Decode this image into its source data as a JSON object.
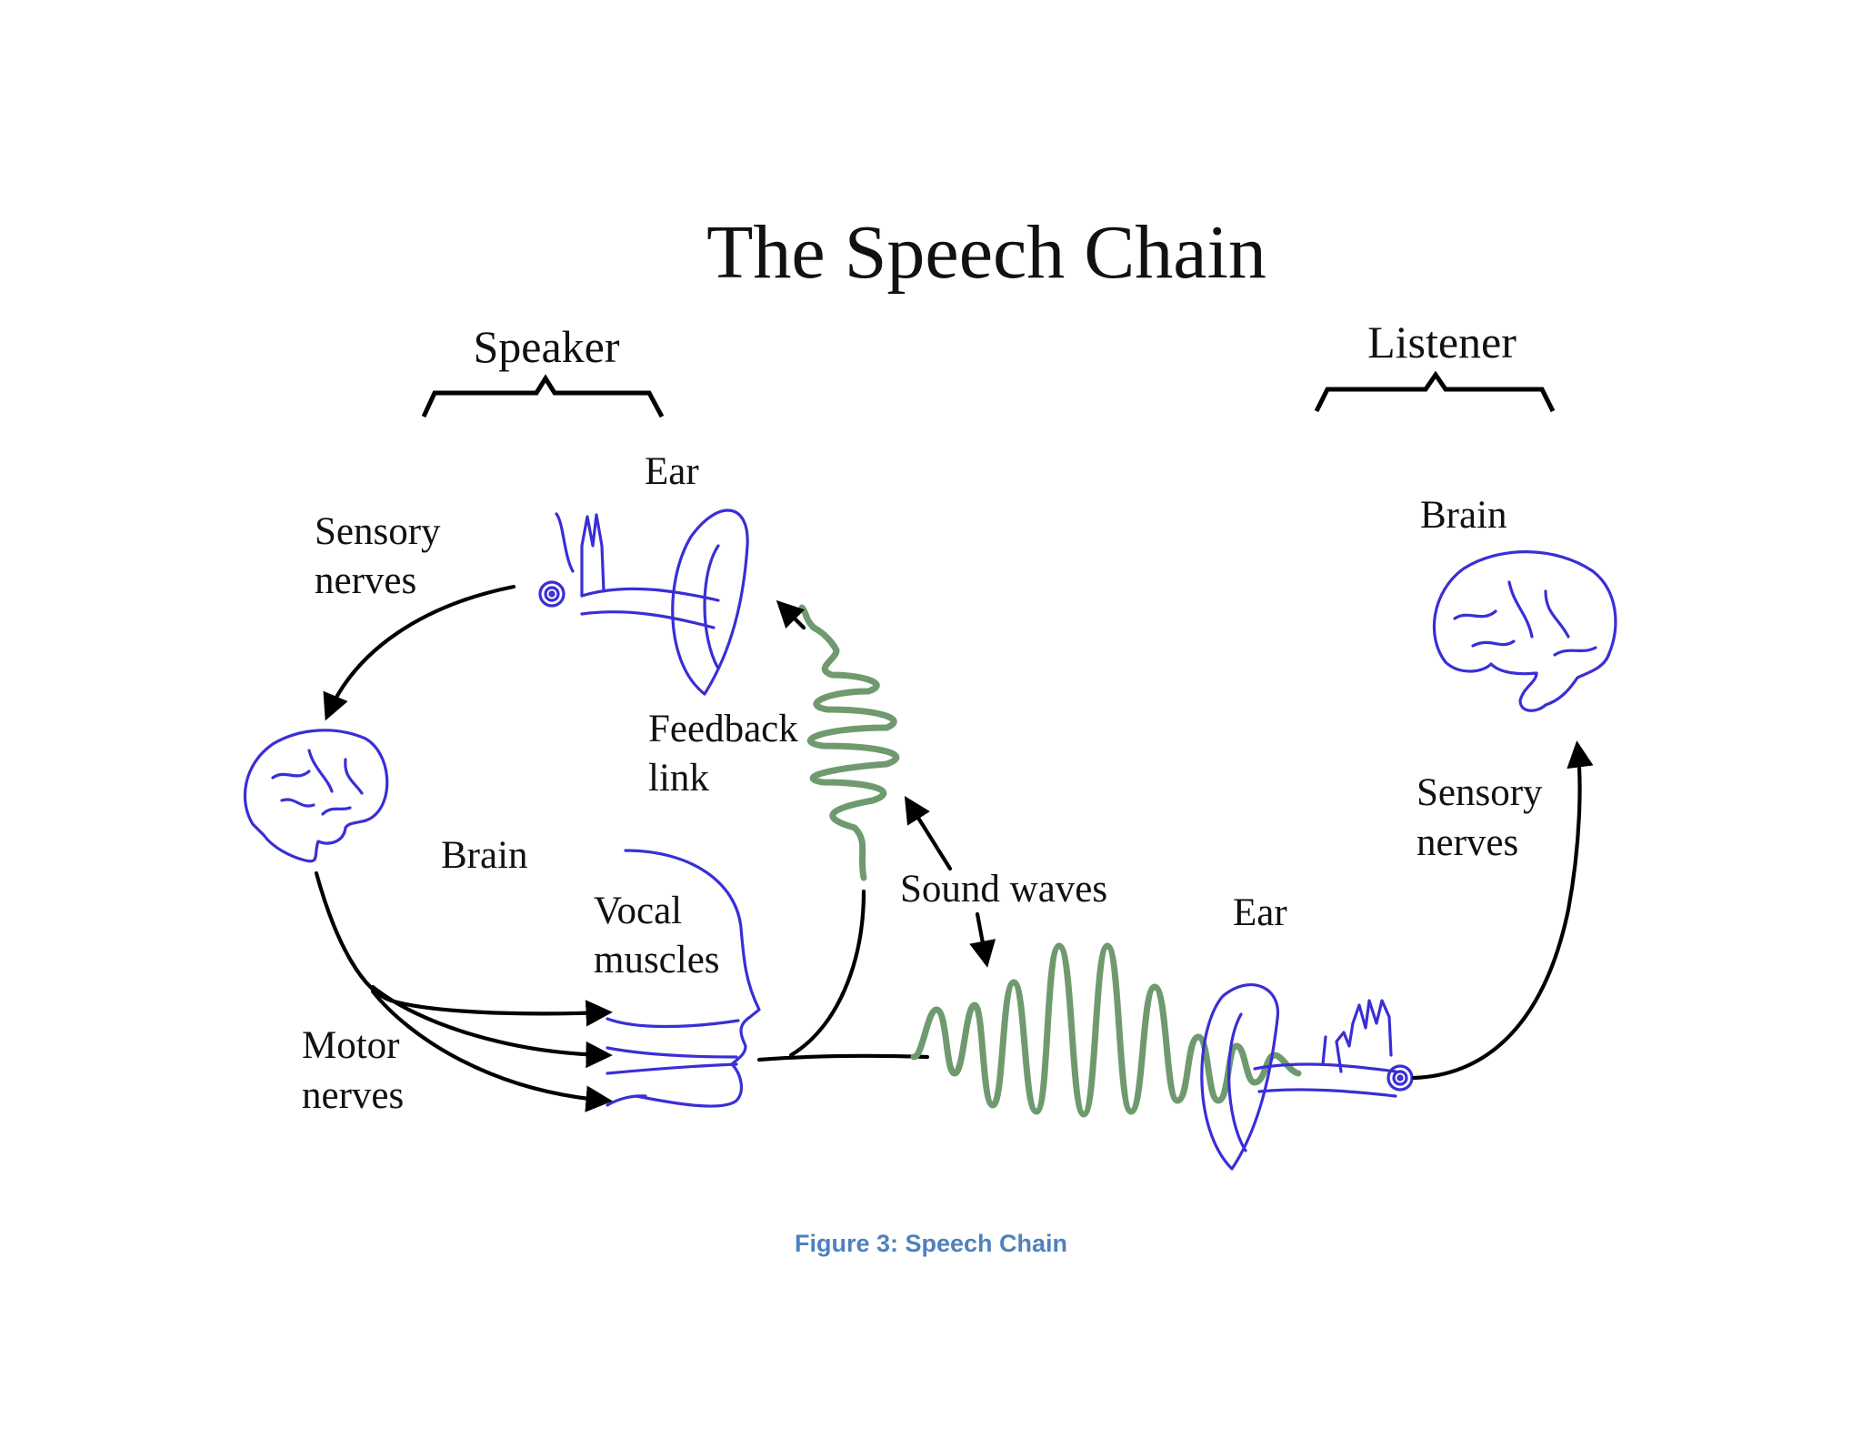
{
  "title": "The Speech Chain",
  "groups": {
    "speaker": "Speaker",
    "listener": "Listener"
  },
  "speaker": {
    "ear": "Ear",
    "sensory_nerves": [
      "Sensory",
      "nerves"
    ],
    "brain": "Brain",
    "vocal_muscles": [
      "Vocal",
      "muscles"
    ],
    "motor_nerves": [
      "Motor",
      "nerves"
    ],
    "feedback_link": [
      "Feedback",
      "link"
    ]
  },
  "medium": {
    "sound_waves": "Sound waves"
  },
  "listener": {
    "brain": "Brain",
    "sensory_nerves": [
      "Sensory",
      "nerves"
    ],
    "ear": "Ear"
  },
  "caption": "Figure 3: Speech Chain",
  "colors": {
    "organ_lines": "#3a2ed6",
    "sound_wave": "#6f9a6f",
    "arrows": "#000000",
    "caption": "#4f81bd"
  }
}
